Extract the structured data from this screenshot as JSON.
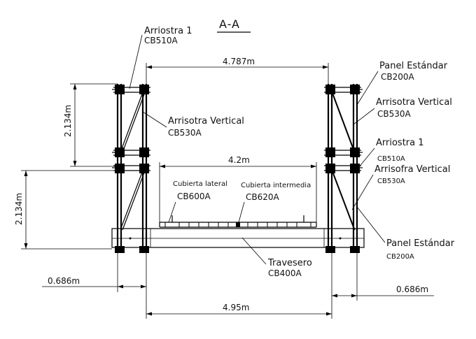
{
  "title": "A-A",
  "dimensions": {
    "top_span": "4.787m",
    "inner_span": "4.2m",
    "bottom_span": "4.95m",
    "offset_left": "0.686m",
    "offset_right": "0.686m",
    "height_upper": "2.134m",
    "height_lower": "2.134m"
  },
  "labels": {
    "left_arriostra": "Arriostra 1",
    "left_arriostra_code": "CB510A",
    "left_vertical": "Arrisotra Vertical",
    "left_vertical_code": "CB530A",
    "deck_lateral": "Cubierta lateral",
    "deck_lateral_code": "CB600A",
    "deck_intermediate": "Cubierta intermedia",
    "deck_intermediate_code": "CB620A",
    "transom": "Travesero",
    "transom_code": "CB400A",
    "right_panel_top": "Panel Estándar",
    "right_panel_top_code": "CB200A",
    "right_vertical_top": "Arrisotra Vertical",
    "right_vertical_top_code": "CB530A",
    "right_arriostra": "Arriostra 1",
    "right_arriostra_code": "CB510A",
    "right_vertical_bottom": "Arrisofra Vertical",
    "right_vertical_bottom_code": "CB530A",
    "right_panel_bottom": "Panel Estándar",
    "right_panel_bottom_code": "CB200A"
  }
}
